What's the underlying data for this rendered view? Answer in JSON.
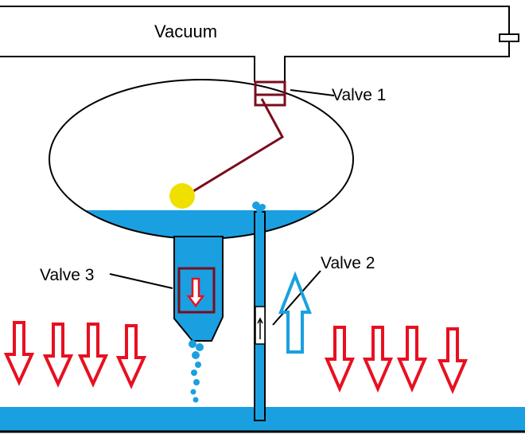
{
  "labels": {
    "vacuum": "Vacuum",
    "valve1": "Valve 1",
    "valve2": "Valve 2",
    "valve3": "Valve 3"
  },
  "colors": {
    "water": "#1aa0e0",
    "valve": "#7a0d1e",
    "float": "#f0e000",
    "pressure_arrow": "#e81020",
    "flow_arrow": "#1aa0e0",
    "outline": "#000000"
  },
  "icons": {
    "pressure": "down-arrow-icon",
    "upflow": "up-arrow-icon",
    "float": "float-ball-icon"
  }
}
